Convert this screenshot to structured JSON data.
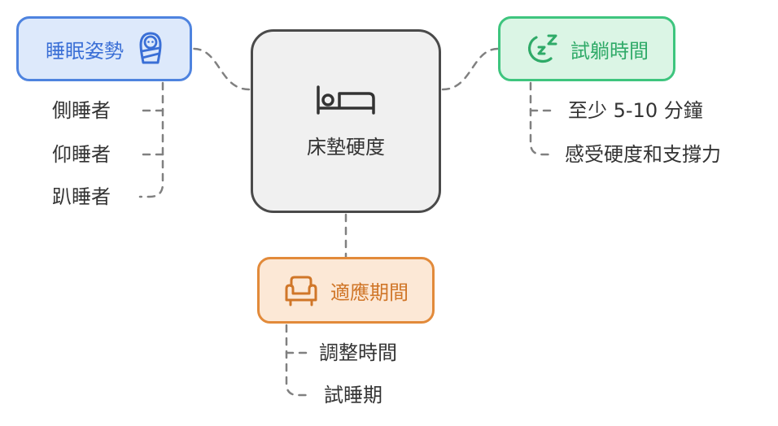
{
  "center": {
    "label": "床墊硬度",
    "icon": "bed-icon"
  },
  "branches": {
    "sleep_position": {
      "label": "睡眠姿勢",
      "icon": "swaddled-baby-icon",
      "color": "#4e83df",
      "fill": "#dde9fb",
      "items": [
        "側睡者",
        "仰睡者",
        "趴睡者"
      ]
    },
    "trial": {
      "label": "試躺時間",
      "icon": "sleeping-zzz-icon",
      "color": "#3ec57e",
      "fill": "#dbf5e5",
      "items": [
        "至少 5-10 分鐘",
        "感受硬度和支撐力"
      ]
    },
    "adaptation": {
      "label": "適應期間",
      "icon": "armchair-icon",
      "color": "#e28a3a",
      "fill": "#fce8d6",
      "items": [
        "調整時間",
        "試睡期"
      ]
    }
  }
}
